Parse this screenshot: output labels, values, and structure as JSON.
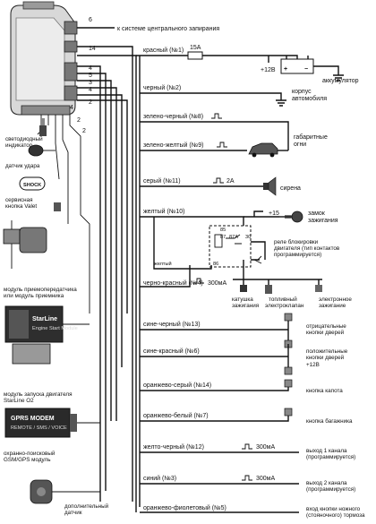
{
  "connectors": {
    "c6": "6",
    "c14": "14",
    "c4a": "4",
    "c5": "5",
    "c3": "3",
    "c4b": "4",
    "c2": "2",
    "c2b": "2",
    "c4c": "4",
    "c2c": "2"
  },
  "labels": {
    "central_lock": "к системе центрального запирания",
    "red": "красный (№1)",
    "fuse": "15A",
    "plus12": "+12В",
    "battery": "аккумулятор",
    "black": "черный (№2)",
    "body_1": "корпус",
    "body_2": "автомобиля",
    "green_black": "зелено-черный (№8)",
    "green_yellow": "зелено-желтый (№9)",
    "lights_1": "габаритные",
    "lights_2": "огни",
    "grey": "серый (№11)",
    "grey_current": "2A",
    "siren": "сирена",
    "yellow": "желтый (№10)",
    "plus15": "+15",
    "ign_lock_1": "замок",
    "ign_lock_2": "зажигания",
    "relay_85": "85",
    "relay_87": "87",
    "relay_87a": "87A",
    "relay_30": "30",
    "relay_86": "86",
    "relay_yellow": "желтый",
    "blocking_1": "реле блокировки",
    "blocking_2": "двигателя (тип контактов",
    "blocking_3": "программируется)",
    "black_red": "черно-красный (№4)",
    "black_red_current": "300мА",
    "coil_1": "катушка",
    "coil_2": "зажигания",
    "fuel_1": "топливный",
    "fuel_2": "электроклапан",
    "ecu_1": "электронное",
    "ecu_2": "зажигание",
    "blue_black": "сине-черный (№13)",
    "neg_doors_1": "отрицательные",
    "neg_doors_2": "кнопки дверей",
    "blue_red": "сине-красный (№6)",
    "pos_doors_1": "положительные",
    "pos_doors_2": "кнопки дверей",
    "pos_doors_3": "+12В",
    "orange_grey": "оранжево-серый (№14)",
    "hood": "кнопка капота",
    "orange_white": "оранжево-белый (№7)",
    "trunk": "кнопка багажника",
    "yellow_black": "желто-черный (№12)",
    "yellow_black_current": "300мА",
    "out1_1": "выход 1 канала",
    "out1_2": "(программируется)",
    "blue": "синий (№3)",
    "blue_current": "300мА",
    "out2_1": "выход 2 канала",
    "out2_2": "(программируется)",
    "orange_violet": "оранжево-фиолетовый (№5)",
    "parking_1": "вход кнопки ножного",
    "parking_2": "(стояночного) тормоза",
    "led_1": "светодиодный",
    "led_2": "индикатор",
    "shock_sensor": "датчик удара",
    "shock_chip": "SHOCK",
    "valet_1": "сервисная",
    "valet_2": "кнопка Valet",
    "transceiver_1": "модуль приемопередатчика",
    "transceiver_2": "или модуль приемника",
    "starline_brand": "StarLine",
    "starline_sub": "Engine Start Module",
    "start_module_1": "модуль запуска двигателя",
    "start_module_2": "StarLine O2",
    "gprs_title": "GPRS MODEM",
    "gprs_sub": "REMOTE / SMS / VOICE",
    "gsm_1": "охранно-поисковый",
    "gsm_2": "GSM/GPS модуль",
    "extra_1": "дополнительный",
    "extra_2": "датчик"
  },
  "colors": {
    "wire": "#111111",
    "device": "#d8d8d8",
    "background": "#ffffff"
  }
}
